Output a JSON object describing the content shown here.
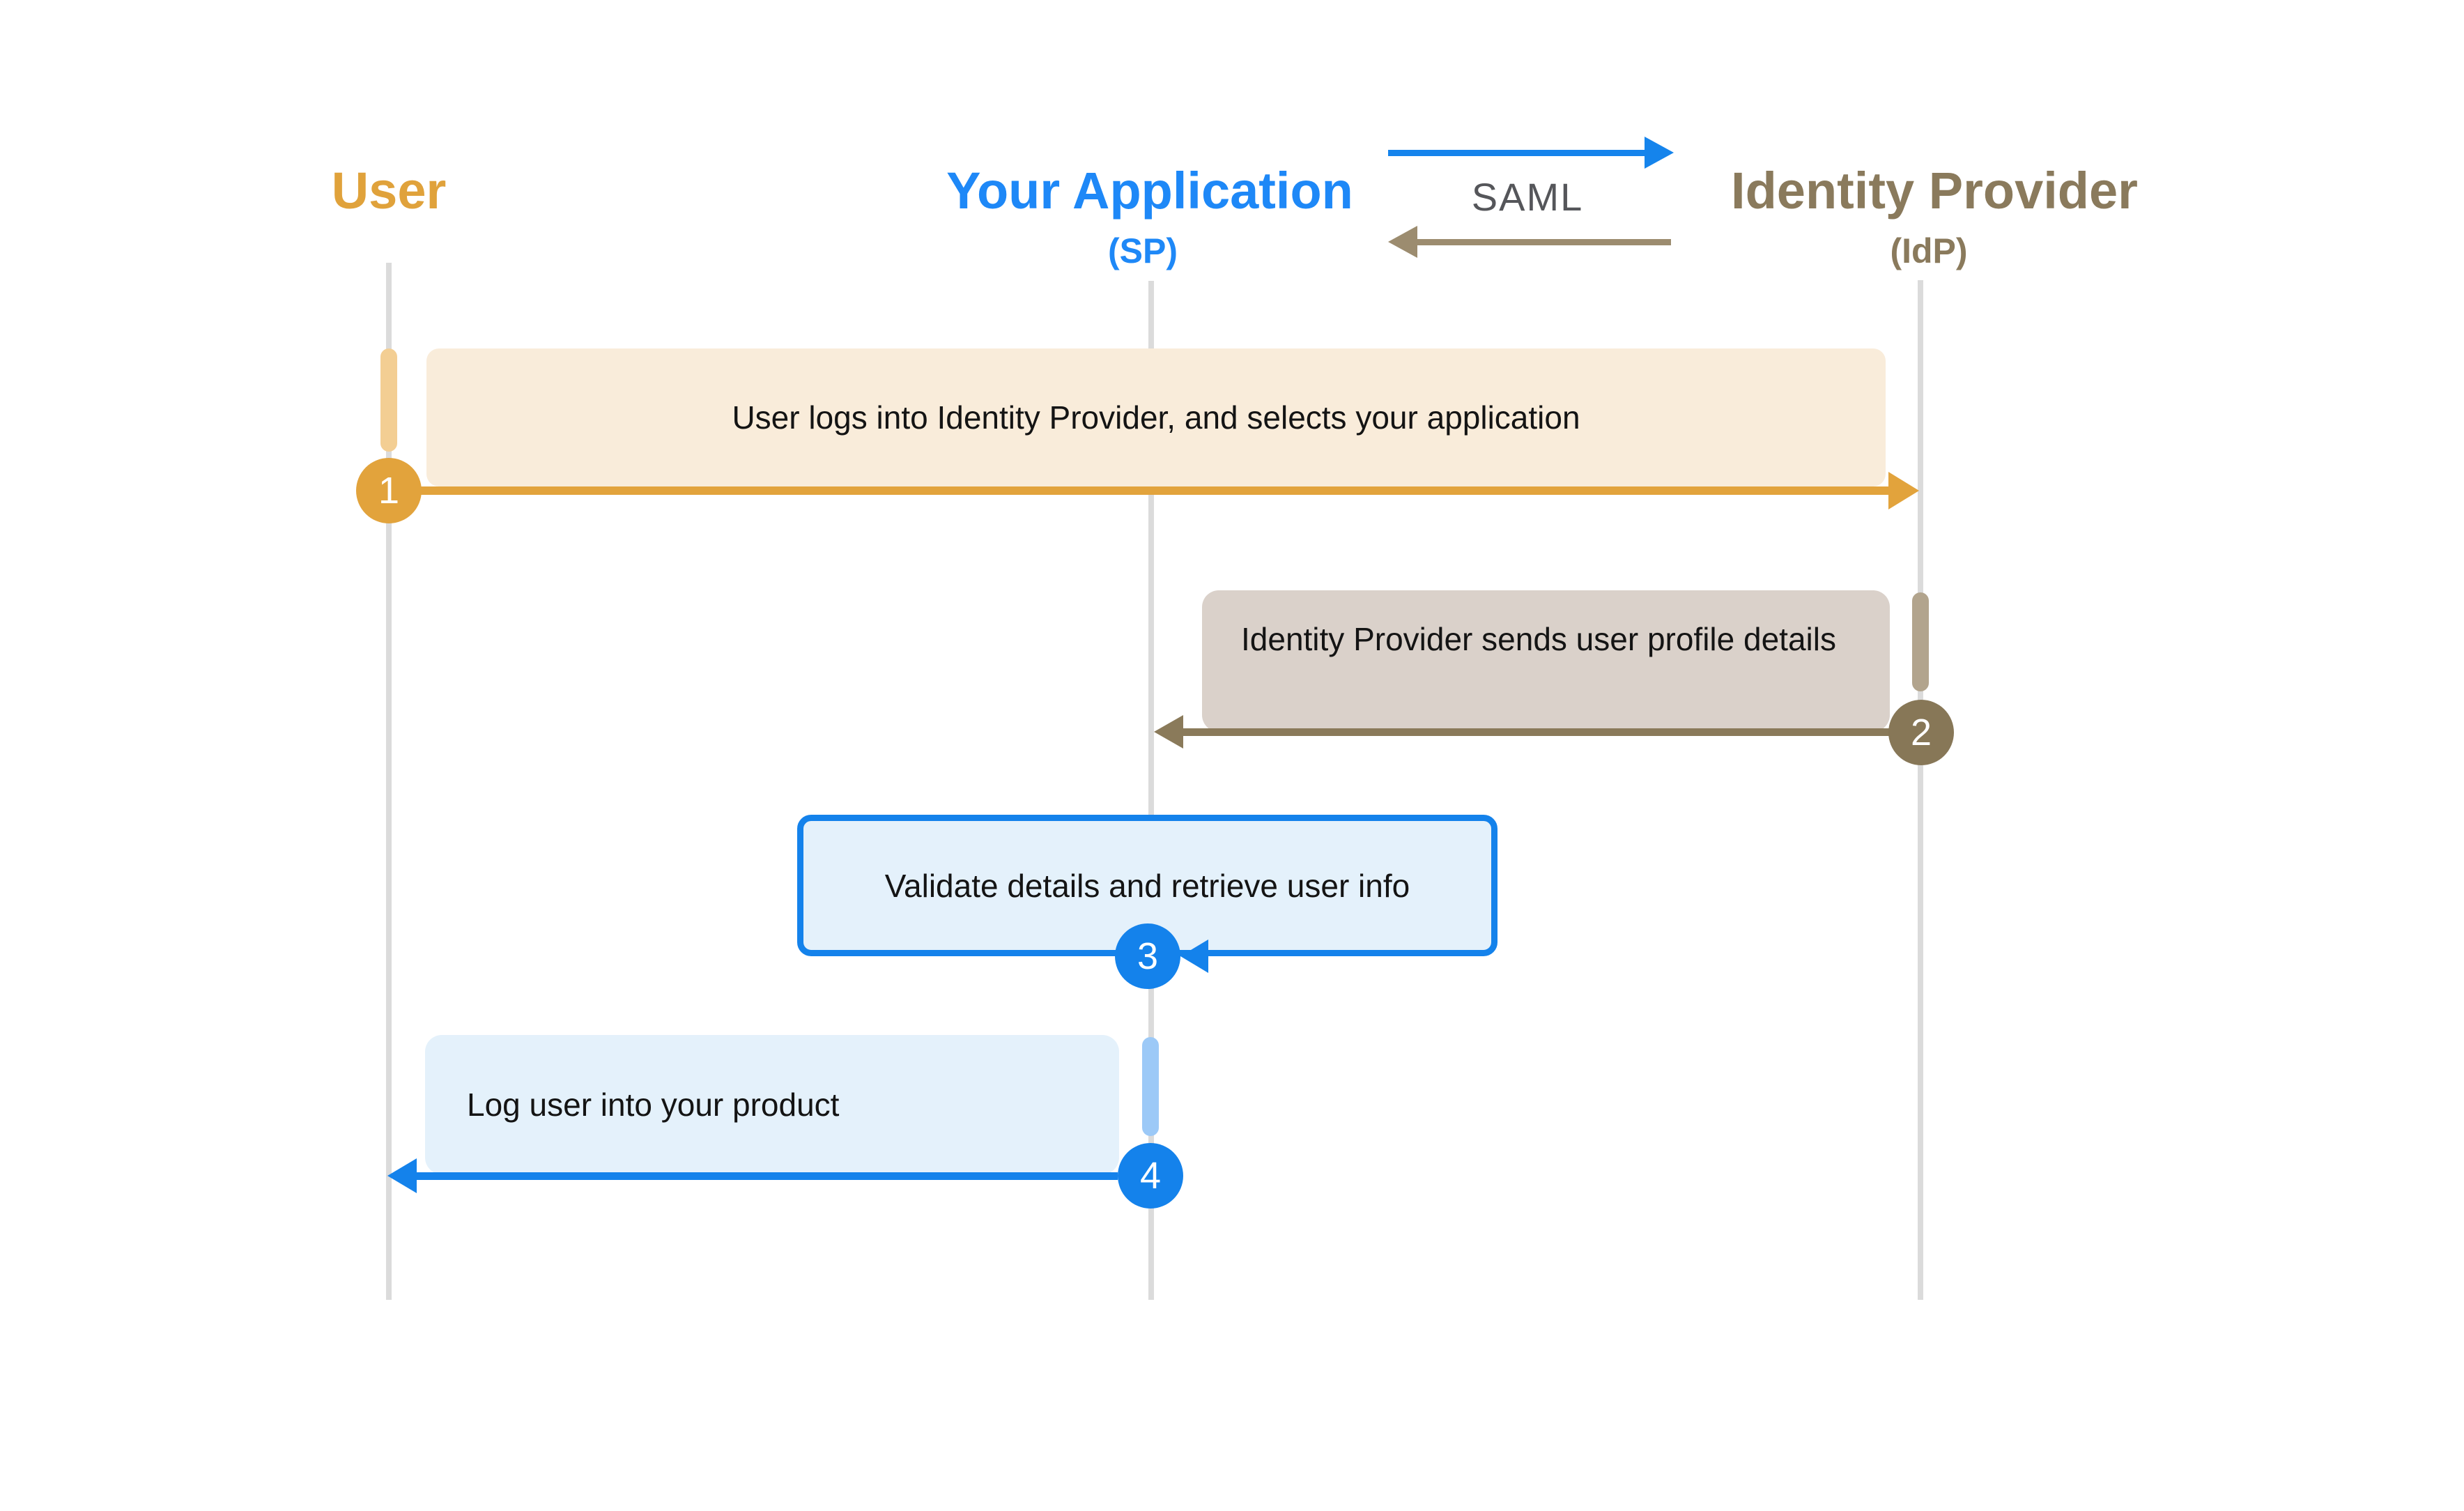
{
  "actors": [
    {
      "label": "User",
      "caption": ""
    },
    {
      "label": "Your Application",
      "caption": "(SP)"
    },
    {
      "label": "Identity Provider",
      "caption": "(IdP)"
    }
  ],
  "protocol": {
    "label": "SAML"
  },
  "steps": [
    {
      "number": "1",
      "label": "User logs into Identity Provider, and selects your application",
      "from": "User",
      "to": "Identity Provider",
      "color": "#E2A33C"
    },
    {
      "number": "2",
      "label": "Identity Provider sends user profile details",
      "from": "Identity Provider",
      "to": "Your Application",
      "color": "#8A7A5A"
    },
    {
      "number": "3",
      "label": "Validate details and retrieve user info",
      "from": "Your Application",
      "to": "Your Application",
      "color": "#1482EB"
    },
    {
      "number": "4",
      "label": "Log user into your product",
      "from": "Your Application",
      "to": "User",
      "color": "#1482EB"
    }
  ],
  "palette": {
    "user_accent": "#E0A23B",
    "user_box_fill": "#F9ECDA",
    "user_activation": "#F3CE93",
    "app_accent": "#1E88F7",
    "blue_shape": "#1482EB",
    "blue_box_fill": "#E4F1FB",
    "blue_activation": "#9CC9F7",
    "idp_accent": "#8A7A5C",
    "idp_box_fill": "#DAD1CA",
    "idp_activation": "#B2A48D",
    "idp_shape": "#8A7A5A",
    "saml_text": "#55565A",
    "lifeline_gray": "#DBDBDB",
    "body_text": "#141414",
    "background": "#FFFFFF"
  }
}
